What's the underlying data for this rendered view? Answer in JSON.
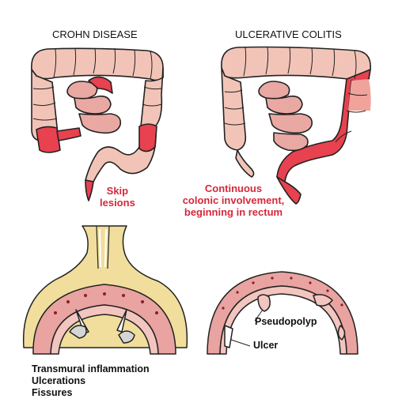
{
  "crohn": {
    "title": "CROHN DISEASE",
    "skip_label_line1": "Skip",
    "skip_label_line2": "lesions",
    "features": [
      "Transmural inflammation",
      "Ulcerations",
      "Fissures"
    ]
  },
  "uc": {
    "title": "ULCERATIVE COLITIS",
    "involvement_line1": "Continuous",
    "involvement_line2": "colonic involvement,",
    "involvement_line3": "beginning in rectum",
    "pseudopolyp_label": "Pseudopolyp",
    "ulcer_label": "Ulcer"
  },
  "colors": {
    "colon": "#f2c4b8",
    "outline": "#222222",
    "lesion": "#e8414f",
    "fat": "#f1de9c",
    "mucosa": "#e9a3a0",
    "text_red": "#d6283a"
  }
}
